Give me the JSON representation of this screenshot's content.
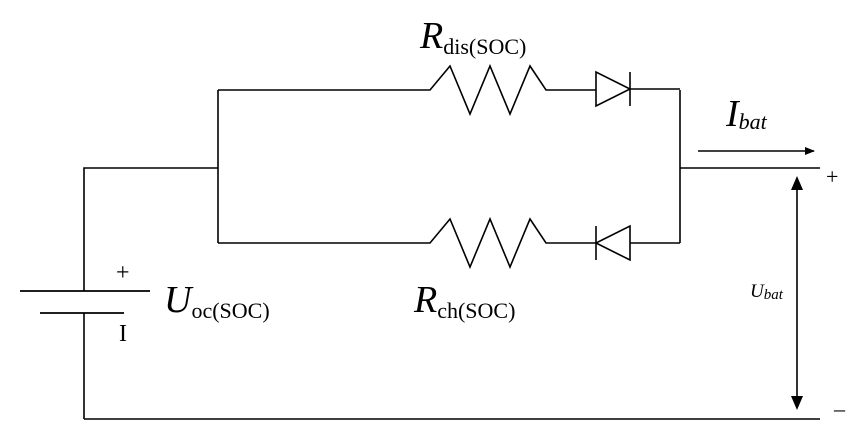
{
  "labels": {
    "r_dis": {
      "main": "R",
      "sub": "dis(SOC)"
    },
    "r_ch": {
      "main": "R",
      "sub": "ch(SOC)"
    },
    "u_oc": {
      "main": "U",
      "sub": "oc(SOC)"
    },
    "i_bat": {
      "main": "I",
      "sub": "bat"
    },
    "u_bat": {
      "main": "U",
      "sub": "bat"
    },
    "battery_plus": "+",
    "battery_minus": "I",
    "terminal_plus": "+",
    "terminal_minus": "–"
  }
}
